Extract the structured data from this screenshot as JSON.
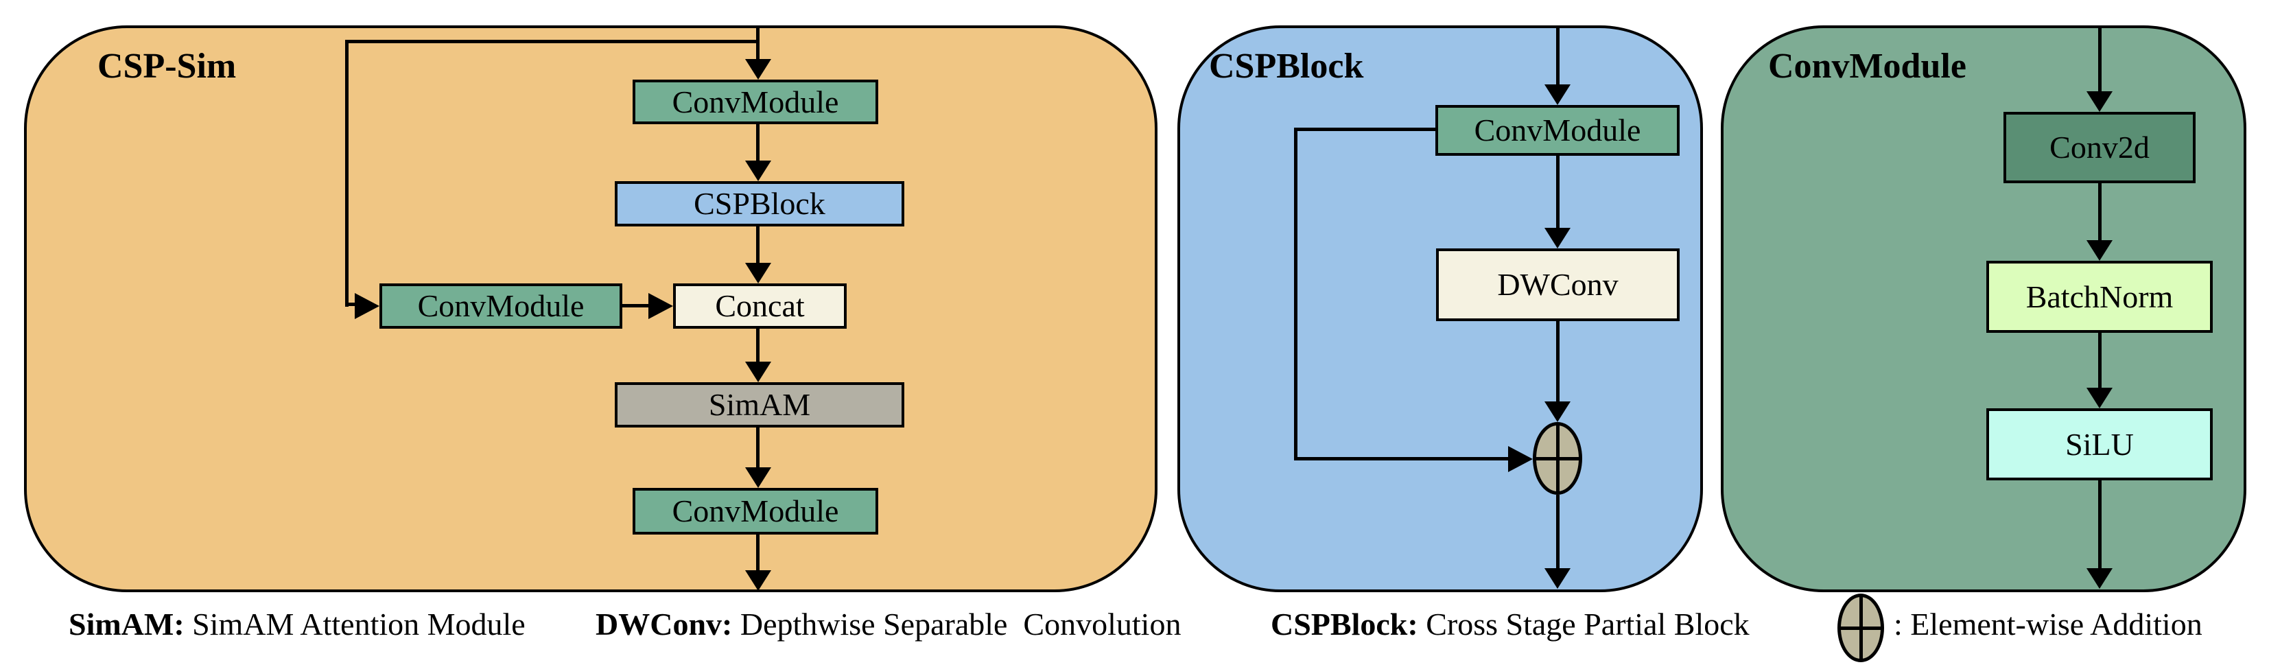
{
  "colors": {
    "panel-orange": "#F0C684",
    "panel-blue": "#9CC3E8",
    "panel-green": "#7EAC94",
    "box-green": "#74AF94",
    "box-blue": "#9CC3E8",
    "box-cream": "#F5F2E1",
    "box-gray": "#B3B0A4",
    "box-darkgreen": "#5A8F74",
    "box-lightgreen": "#DCFDBB",
    "box-cyan": "#C3FCEE",
    "plus-fill": "#BDB89D",
    "line": "#000000"
  },
  "panels": {
    "cspSim": {
      "title": "CSP-Sim",
      "boxes": {
        "conv1": "ConvModule",
        "csp": "CSPBlock",
        "conv2": "ConvModule",
        "concat": "Concat",
        "simam": "SimAM",
        "conv3": "ConvModule"
      }
    },
    "cspBlock": {
      "title": "CSPBlock",
      "boxes": {
        "conv": "ConvModule",
        "dwconv": "DWConv"
      }
    },
    "convModule": {
      "title": "ConvModule",
      "boxes": {
        "conv2d": "Conv2d",
        "batchnorm": "BatchNorm",
        "silu": "SiLU"
      }
    }
  },
  "legend": {
    "simam": {
      "term": "SimAM:",
      "desc": " SimAM Attention Module"
    },
    "dwconv": {
      "term": "DWConv:",
      "desc": " Depthwise Separable  Convolution"
    },
    "cspblock": {
      "term": "CSPBlock:",
      "desc": " Cross Stage Partial Block"
    },
    "addition": {
      "desc": ": Element-wise Addition"
    }
  }
}
